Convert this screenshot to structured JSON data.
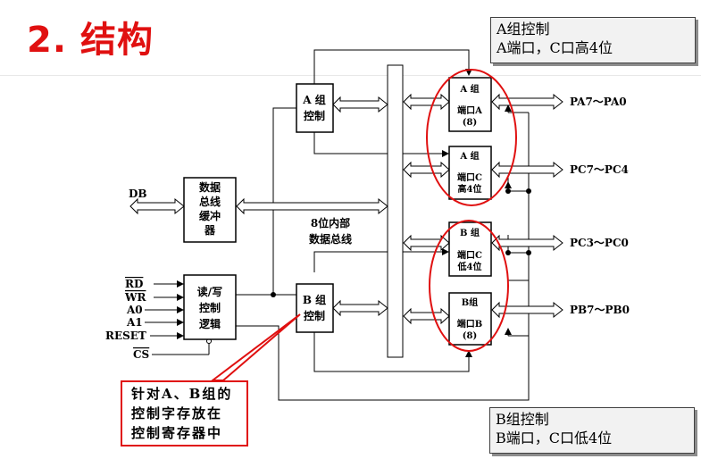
{
  "slide": {
    "title": "2. 结构"
  },
  "info_a": {
    "line1": "A组控制",
    "line2": "A端口，C口高4位"
  },
  "info_b": {
    "line1": "B组控制",
    "line2": "B端口，C口低4位"
  },
  "callout": {
    "line1": "针对A、B组的",
    "line2": "控制字存放在",
    "line3": "控制寄存器中"
  },
  "diagram": {
    "db_label": "DB",
    "buffer": [
      "数据",
      "总线",
      "缓冲",
      "器"
    ],
    "rw_block": [
      "读/写",
      "控制",
      "逻辑"
    ],
    "ctrl_a": [
      "A 组",
      "控制"
    ],
    "ctrl_b": [
      "B 组",
      "控制"
    ],
    "internal_bus": [
      "8位内部",
      "数据总线"
    ],
    "port_a": [
      "A 组",
      "端口A",
      "(8)"
    ],
    "port_c_hi": [
      "A 组",
      "端口C",
      "高4位"
    ],
    "port_c_lo": [
      "B 组",
      "端口C",
      "低4位"
    ],
    "port_b": [
      "B组",
      "端口B",
      "(8)"
    ],
    "signals": [
      "RD",
      "WR",
      "A0",
      "A1",
      "RESET",
      "CS"
    ],
    "outputs": [
      "PA7～PA0",
      "PC7～PC4",
      "PC3～PC0",
      "PB7～PB0"
    ],
    "colors": {
      "highlight": "#e01010",
      "line": "#000000",
      "title": "#e01010"
    }
  }
}
